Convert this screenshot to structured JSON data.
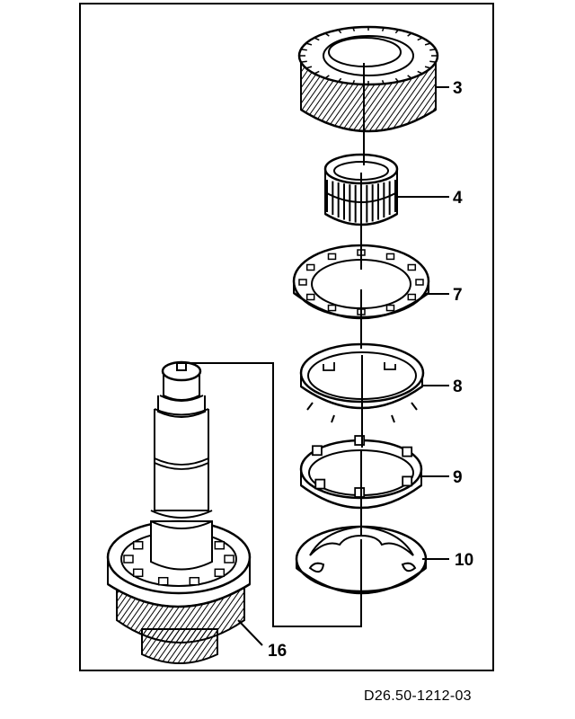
{
  "figure": {
    "reference_code": "D26.50-1212-03",
    "callouts": {
      "c3": "3",
      "c4": "4",
      "c7": "7",
      "c8": "8",
      "c9": "9",
      "c10": "10",
      "c16": "16"
    },
    "parts": [
      {
        "id": "3",
        "name-icon": "helical-gear-icon"
      },
      {
        "id": "4",
        "name-icon": "needle-bearing-icon"
      },
      {
        "id": "7",
        "name-icon": "synchro-ring-icon"
      },
      {
        "id": "8",
        "name-icon": "inner-ring-icon"
      },
      {
        "id": "9",
        "name-icon": "intermediate-ring-icon"
      },
      {
        "id": "10",
        "name-icon": "spring-ring-icon"
      },
      {
        "id": "16",
        "name-icon": "main-shaft-icon"
      }
    ],
    "colors": {
      "line": "#000000",
      "background": "#ffffff"
    }
  }
}
